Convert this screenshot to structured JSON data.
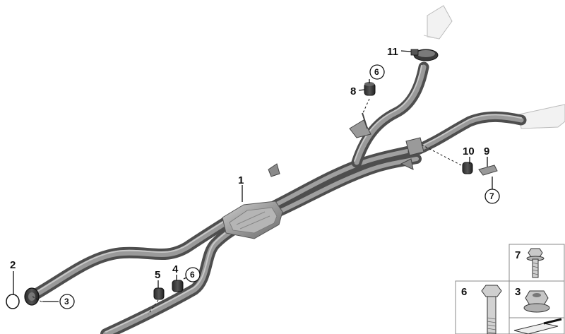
{
  "diagram": {
    "callouts": {
      "p1": "1",
      "p2": "2",
      "p3": "3",
      "p4": "4",
      "p5": "5",
      "p6a": "6",
      "p6b": "6",
      "p7": "7",
      "p8": "8",
      "p9": "9",
      "p10": "10",
      "p11": "11"
    },
    "legend": {
      "cell7": "7",
      "cell6": "6",
      "cell3": "3"
    }
  },
  "colors": {
    "pipe_dark": "#5a5a5a",
    "pipe_mid": "#8a8a8a",
    "pipe_light": "#bdbdbd",
    "hose_white": "#f2f2f2",
    "line": "#111111"
  }
}
